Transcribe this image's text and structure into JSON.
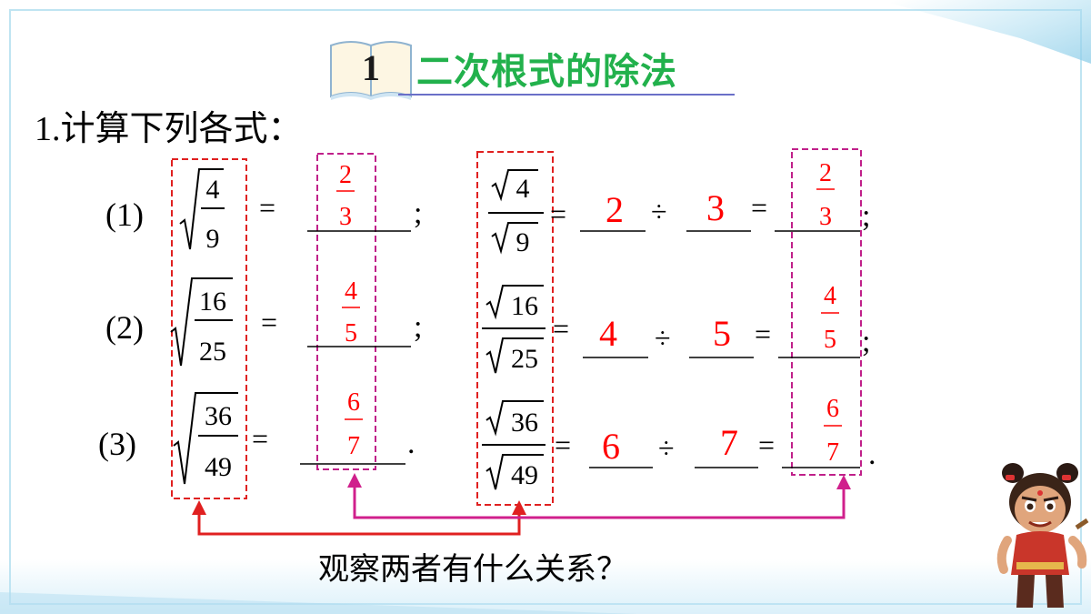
{
  "section": {
    "number": "1",
    "title": "二次根式的除法"
  },
  "prompt": {
    "prefix": "1.",
    "text": "计算下列各式："
  },
  "problems": [
    {
      "label": "(1)",
      "num": "4",
      "den": "9",
      "result_num": "2",
      "result_den": "3",
      "sqrt_num_val": "2",
      "sqrt_den_val": "3",
      "end": ";"
    },
    {
      "label": "(2)",
      "num": "16",
      "den": "25",
      "result_num": "4",
      "result_den": "5",
      "sqrt_num_val": "4",
      "sqrt_den_val": "5",
      "end": ";"
    },
    {
      "label": "(3)",
      "num": "36",
      "den": "49",
      "result_num": "6",
      "result_den": "7",
      "sqrt_num_val": "6",
      "sqrt_den_val": "7",
      "end": "."
    }
  ],
  "symbols": {
    "equals": "=",
    "divide": "÷"
  },
  "question": "观察两者有什么关系？",
  "colors": {
    "title": "#22b14c",
    "answer": "#ff0000",
    "box_red": "#e02020",
    "box_pink": "#c0208a",
    "arrow_red": "#e02020",
    "arrow_pink": "#d0208c"
  }
}
